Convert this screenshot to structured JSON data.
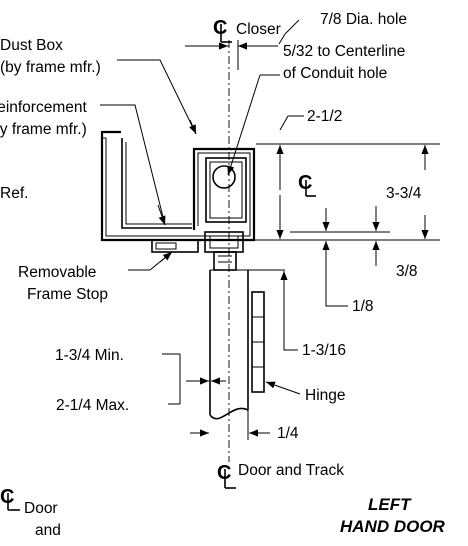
{
  "labels": {
    "closer": "Closer",
    "hole_dia": "7/8 Dia. hole",
    "dust_box_1": "Dust Box",
    "dust_box_2": "(by frame mfr.)",
    "centerline_1": "5/32 to Centerline",
    "centerline_2": "of Conduit hole",
    "reinforcement_1": "Reinforcement",
    "reinforcement_2": "(by frame mfr.)",
    "dim_2_1_2": "2-1/2",
    "ref": "Ref.",
    "dim_3_3_4": "3-3/4",
    "removable_1": "Removable",
    "removable_2": "Frame Stop",
    "dim_3_8": "3/8",
    "dim_1_8": "1/8",
    "dim_1_3_16": "1-3/16",
    "min_thickness": "1-3/4 Min.",
    "hinge": "Hinge",
    "max_thickness": "2-1/4 Max.",
    "dim_1_4": "1/4",
    "door_track": "Door and Track",
    "door_and_1": "Door",
    "door_and_2": "and",
    "title_1": "LEFT",
    "title_2": "HAND DOOR"
  },
  "symbols": {
    "centerline": "centerline-symbol"
  }
}
